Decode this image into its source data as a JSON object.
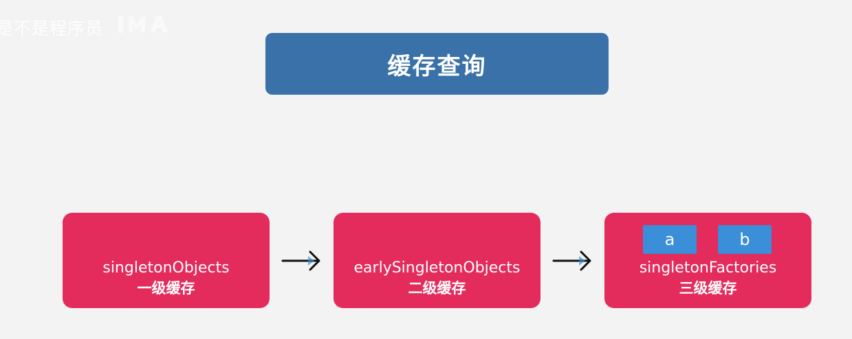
{
  "watermark": {
    "text": "是不是程序员"
  },
  "title": {
    "label": "缓存查询"
  },
  "caches": [
    {
      "name": "singletonObjects",
      "level": "一级缓存",
      "items": []
    },
    {
      "name": "earlySingletonObjects",
      "level": "二级缓存",
      "items": []
    },
    {
      "name": "singletonFactories",
      "level": "三级缓存",
      "items": [
        "a",
        "b"
      ]
    }
  ],
  "colors": {
    "background": "#f3f3f3",
    "title_box": "#3a71a8",
    "cache_box": "#e32b5c",
    "item_chip": "#3b8ed8",
    "arrow": "#111111",
    "arrow_accent": "#3b8ed8",
    "text": "#ffffff"
  },
  "icons": {
    "arrow": "right-arrow-icon"
  }
}
